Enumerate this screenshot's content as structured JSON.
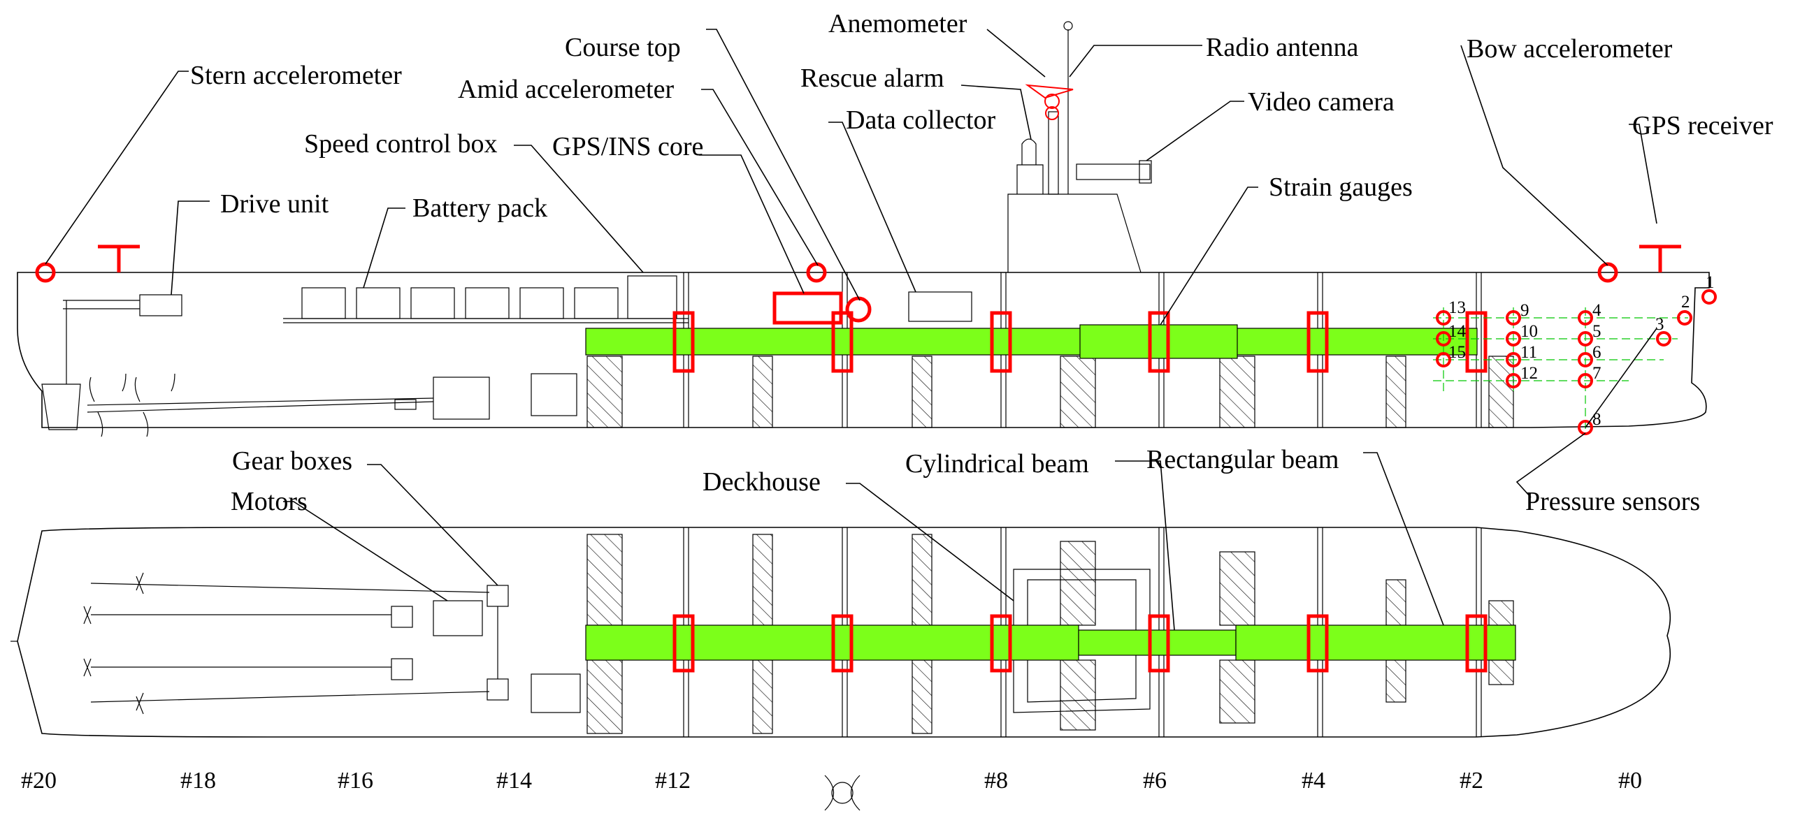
{
  "labels": {
    "stern_accel": "Stern accelerometer",
    "course_top": "Course top",
    "amid_accel": "Amid accelerometer",
    "anemometer": "Anemometer",
    "radio_antenna": "Radio antenna",
    "rescue_alarm": "Rescue alarm",
    "data_collector": "Data collector",
    "video_camera": "Video camera",
    "bow_accel": "Bow accelerometer",
    "gps_receiver": "GPS receiver",
    "speed_control": "Speed control box",
    "gps_ins": "GPS/INS core",
    "drive_unit": "Drive unit",
    "battery_pack": "Battery pack",
    "strain_gauges": "Strain gauges",
    "pressure_sensors": "Pressure sensors",
    "gear_boxes": "Gear boxes",
    "motors": "Motors",
    "deckhouse": "Deckhouse",
    "cyl_beam": "Cylindrical beam",
    "rect_beam": "Rectangular beam"
  },
  "frames": [
    "#20",
    "#18",
    "#16",
    "#14",
    "#12",
    "#8",
    "#6",
    "#4",
    "#2",
    "#0"
  ],
  "sensor_numbers": [
    "1",
    "2",
    "3",
    "4",
    "5",
    "6",
    "7",
    "8",
    "9",
    "10",
    "11",
    "12",
    "13",
    "14",
    "15"
  ],
  "colors": {
    "beam": "#7cff1a",
    "sensor": "#ff0000",
    "grid": "#00c800"
  }
}
